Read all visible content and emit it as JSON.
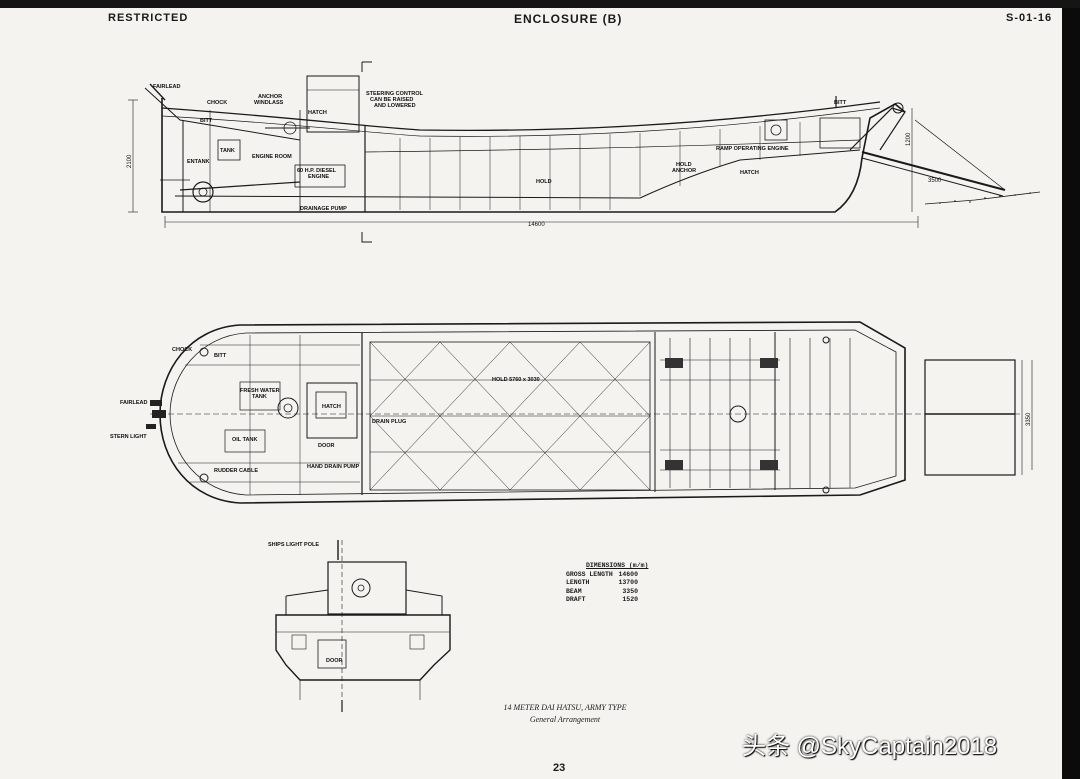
{
  "header": {
    "left": "RESTRICTED",
    "center": "ENCLOSURE (B)",
    "right": "S-01-16"
  },
  "profile": {
    "labels": {
      "fairlead": "FAIRLEAD",
      "chock": "CHOCK",
      "anchor_windlass_1": "ANCHOR",
      "anchor_windlass_2": "WINDLASS",
      "hatch": "HATCH",
      "steering_1": "STEERING CONTROL",
      "steering_2": "CAN BE RAISED",
      "steering_3": "AND LOWERED",
      "bitt_fwd": "BITT",
      "bitt_aft": "BITT",
      "tank": "TANK",
      "entank": "ENTANK",
      "engine_room": "ENGINE ROOM",
      "engine_1": "60 H.P. DIESEL",
      "engine_2": "ENGINE",
      "drainage_pump": "DRAINAGE PUMP",
      "hold": "HOLD",
      "hold_anchor_1": "HOLD",
      "hold_anchor_2": "ANCHOR",
      "ramp_engine": "RAMP OPERATING ENGINE",
      "hatch_2": "HATCH"
    },
    "dims": {
      "height": "2100",
      "length": "14600",
      "ramp_h": "1200",
      "ramp_len": "3500"
    }
  },
  "plan": {
    "labels": {
      "chock": "CHOCK",
      "bitt": "BITT",
      "fresh_water_1": "FRESH WATER",
      "fresh_water_2": "TANK",
      "hatch": "HATCH",
      "oil_tank": "OIL TANK",
      "door": "DOOR",
      "hand_drain_pump": "HAND DRAIN PUMP",
      "stern_light": "STERN LIGHT",
      "rudder_cable": "RUDDER CABLE",
      "fairlead": "FAIRLEAD",
      "hold": "HOLD 5760 x 3030",
      "drain_plug": "DRAIN PLUG",
      "beam_dim": "3350"
    }
  },
  "section": {
    "ships_light_pole": "SHIPS LIGHT POLE",
    "door": "DOOR"
  },
  "dimensions_table": {
    "title": "DIMENSIONS (m/m)",
    "rows": [
      {
        "name": "GROSS LENGTH",
        "value": "14600"
      },
      {
        "name": "LENGTH",
        "value": "13700"
      },
      {
        "name": "BEAM",
        "value": "3350"
      },
      {
        "name": "DRAFT",
        "value": "1520"
      }
    ]
  },
  "caption": {
    "line1": "14 METER DAI HATSU, ARMY TYPE",
    "line2": "General Arrangement"
  },
  "page_number": "23",
  "watermark": "头条 @SkyCaptain2018"
}
